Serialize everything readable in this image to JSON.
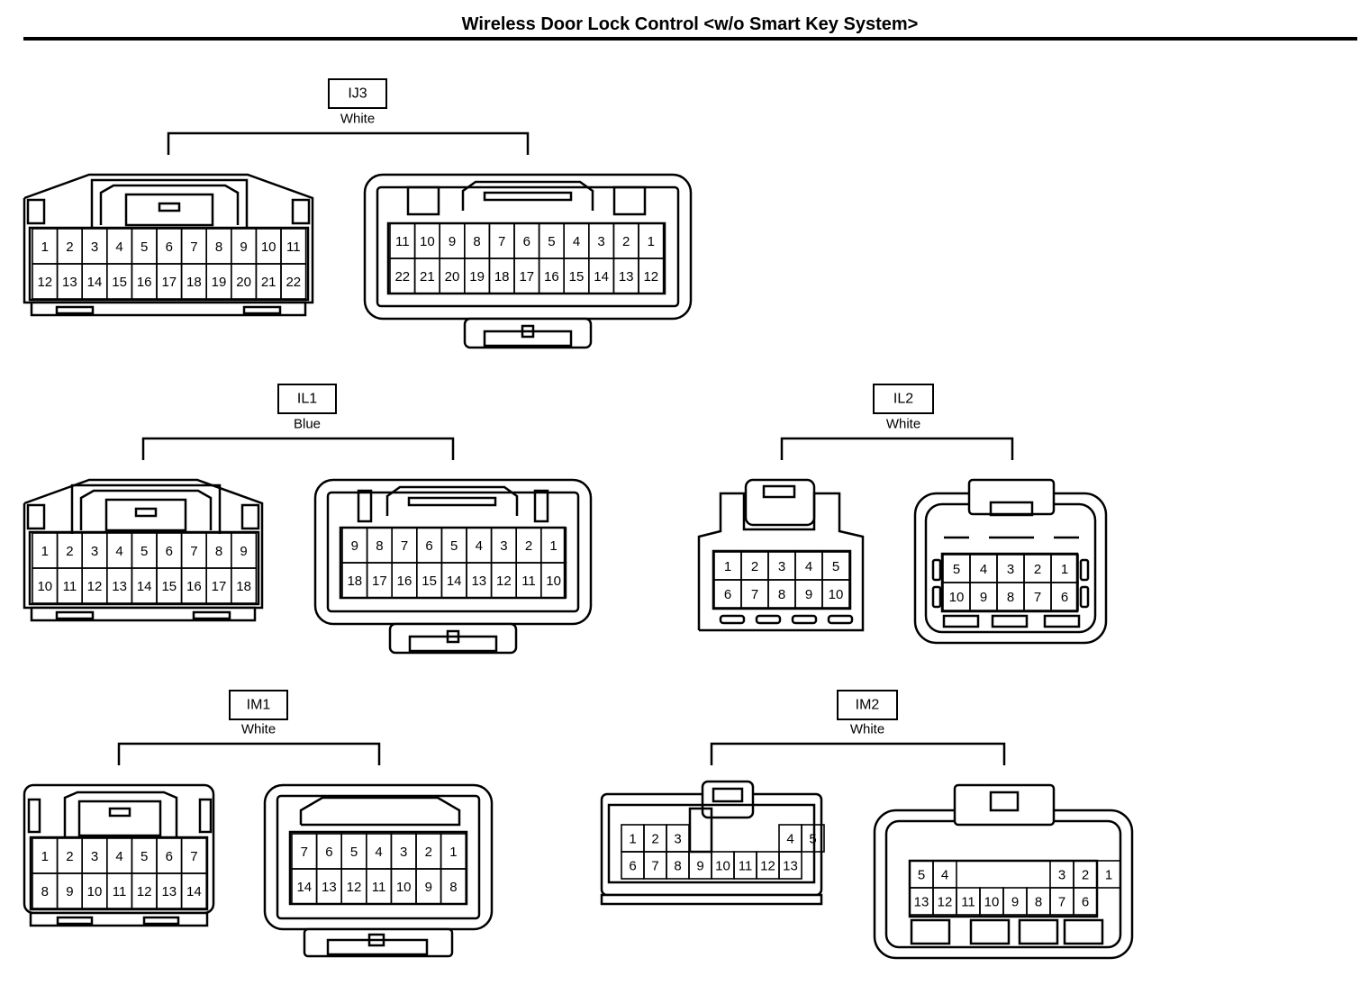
{
  "title": "Wireless Door Lock Control <w/o Smart Key System>",
  "connectors": [
    {
      "id": "IJ3",
      "color": "White",
      "views": [
        {
          "style": "male",
          "rows": [
            [
              "1",
              "2",
              "3",
              "4",
              "5",
              "6",
              "7",
              "8",
              "9",
              "10",
              "11"
            ],
            [
              "12",
              "13",
              "14",
              "15",
              "16",
              "17",
              "18",
              "19",
              "20",
              "21",
              "22"
            ]
          ]
        },
        {
          "style": "female",
          "rows": [
            [
              "11",
              "10",
              "9",
              "8",
              "7",
              "6",
              "5",
              "4",
              "3",
              "2",
              "1"
            ],
            [
              "22",
              "21",
              "20",
              "19",
              "18",
              "17",
              "16",
              "15",
              "14",
              "13",
              "12"
            ]
          ]
        }
      ]
    },
    {
      "id": "IL1",
      "color": "Blue",
      "views": [
        {
          "style": "male",
          "rows": [
            [
              "1",
              "2",
              "3",
              "4",
              "5",
              "6",
              "7",
              "8",
              "9"
            ],
            [
              "10",
              "11",
              "12",
              "13",
              "14",
              "15",
              "16",
              "17",
              "18"
            ]
          ]
        },
        {
          "style": "female",
          "rows": [
            [
              "9",
              "8",
              "7",
              "6",
              "5",
              "4",
              "3",
              "2",
              "1"
            ],
            [
              "18",
              "17",
              "16",
              "15",
              "14",
              "13",
              "12",
              "11",
              "10"
            ]
          ]
        }
      ]
    },
    {
      "id": "IL2",
      "color": "White",
      "views": [
        {
          "style": "small-male",
          "rows": [
            [
              "1",
              "2",
              "3",
              "4",
              "5"
            ],
            [
              "6",
              "7",
              "8",
              "9",
              "10"
            ]
          ]
        },
        {
          "style": "small-female",
          "rows": [
            [
              "5",
              "4",
              "3",
              "2",
              "1"
            ],
            [
              "10",
              "9",
              "8",
              "7",
              "6"
            ]
          ]
        }
      ]
    },
    {
      "id": "IM1",
      "color": "White",
      "views": [
        {
          "style": "male",
          "rows": [
            [
              "1",
              "2",
              "3",
              "4",
              "5",
              "6",
              "7"
            ],
            [
              "8",
              "9",
              "10",
              "11",
              "12",
              "13",
              "14"
            ]
          ]
        },
        {
          "style": "female",
          "rows": [
            [
              "7",
              "6",
              "5",
              "4",
              "3",
              "2",
              "1"
            ],
            [
              "14",
              "13",
              "12",
              "11",
              "10",
              "9",
              "8"
            ]
          ]
        }
      ]
    },
    {
      "id": "IM2",
      "color": "White",
      "views": [
        {
          "style": "split-male",
          "rows": [
            [
              "1",
              "2",
              "3",
              "",
              "",
              "",
              "",
              "4",
              "5"
            ],
            [
              "6",
              "7",
              "8",
              "9",
              "10",
              "11",
              "12",
              "13"
            ]
          ]
        },
        {
          "style": "split-female",
          "rows": [
            [
              "5",
              "4",
              "",
              "",
              "",
              "",
              "3",
              "2",
              "1"
            ],
            [
              "13",
              "12",
              "11",
              "10",
              "9",
              "8",
              "7",
              "6"
            ]
          ]
        }
      ]
    }
  ]
}
